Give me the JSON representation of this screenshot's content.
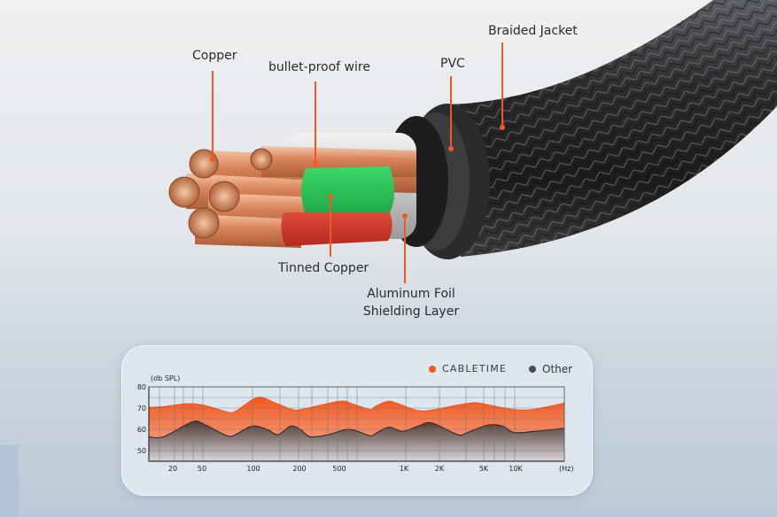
{
  "callouts": {
    "copper": "Copper",
    "bullet_proof_wire": "bullet-proof wire",
    "pvc": "PVC",
    "braided_jacket": "Braided Jacket",
    "tinned_copper": "Tinned Copper",
    "aluminum_foil_line1": "Aluminum Foil",
    "aluminum_foil_line2": "Shielding Layer"
  },
  "colors": {
    "accent_orange": "#f2581f",
    "cablet_area": "#f36b3a",
    "other_area": "#5e4a45",
    "grid": "#6b6f74"
  },
  "chart_data": {
    "type": "area",
    "title": "",
    "ylabel": "(db SPL)",
    "xlabel": "(Hz)",
    "ylim": [
      45,
      80
    ],
    "yticks": [
      50,
      60,
      70,
      80
    ],
    "x_scale": "log",
    "xlim": [
      12,
      40000
    ],
    "xticks": [
      {
        "value": 20,
        "label": "20"
      },
      {
        "value": 50,
        "label": "50"
      },
      {
        "value": 100,
        "label": "100"
      },
      {
        "value": 200,
        "label": "200"
      },
      {
        "value": 500,
        "label": "500"
      },
      {
        "value": 1000,
        "label": "1K"
      },
      {
        "value": 2000,
        "label": "2K"
      },
      {
        "value": 5000,
        "label": "5K"
      },
      {
        "value": 10000,
        "label": "10K"
      }
    ],
    "grid": true,
    "legend": "top-right",
    "series": [
      {
        "name": "CABLETIME",
        "color": "#f36b3a",
        "points": [
          [
            12,
            70.3
          ],
          [
            16,
            70.7
          ],
          [
            25,
            72.0
          ],
          [
            35,
            71.3
          ],
          [
            55,
            68.2
          ],
          [
            65,
            68.4
          ],
          [
            100,
            75.0
          ],
          [
            140,
            72.5
          ],
          [
            200,
            69.2
          ],
          [
            250,
            69.6
          ],
          [
            500,
            73.2
          ],
          [
            650,
            71.8
          ],
          [
            900,
            69.3
          ],
          [
            1000,
            70.8
          ],
          [
            1300,
            73.2
          ],
          [
            1700,
            71.2
          ],
          [
            2300,
            68.8
          ],
          [
            3000,
            69.0
          ],
          [
            5000,
            71.4
          ],
          [
            7000,
            72.5
          ],
          [
            9000,
            71.5
          ],
          [
            15000,
            69.3
          ],
          [
            22000,
            69.4
          ],
          [
            40000,
            72.3
          ]
        ]
      },
      {
        "name": "Other",
        "color": "#4a4a4a",
        "points": [
          [
            12,
            56.5
          ],
          [
            16,
            56.5
          ],
          [
            28,
            63.5
          ],
          [
            35,
            62.5
          ],
          [
            55,
            57.0
          ],
          [
            65,
            57.5
          ],
          [
            90,
            61.5
          ],
          [
            120,
            60.0
          ],
          [
            150,
            57.5
          ],
          [
            190,
            61.5
          ],
          [
            230,
            60.0
          ],
          [
            280,
            56.5
          ],
          [
            400,
            57.5
          ],
          [
            600,
            60.0
          ],
          [
            900,
            57.0
          ],
          [
            1000,
            58.0
          ],
          [
            1300,
            61.0
          ],
          [
            1700,
            59.0
          ],
          [
            2300,
            61.5
          ],
          [
            3000,
            63.0
          ],
          [
            5000,
            57.5
          ],
          [
            6000,
            58.5
          ],
          [
            9000,
            62.0
          ],
          [
            12000,
            61.5
          ],
          [
            15000,
            58.5
          ],
          [
            22000,
            59.0
          ],
          [
            40000,
            60.5
          ]
        ]
      }
    ]
  },
  "legend": {
    "cabletime": "CABLETIME",
    "other": "Other"
  }
}
